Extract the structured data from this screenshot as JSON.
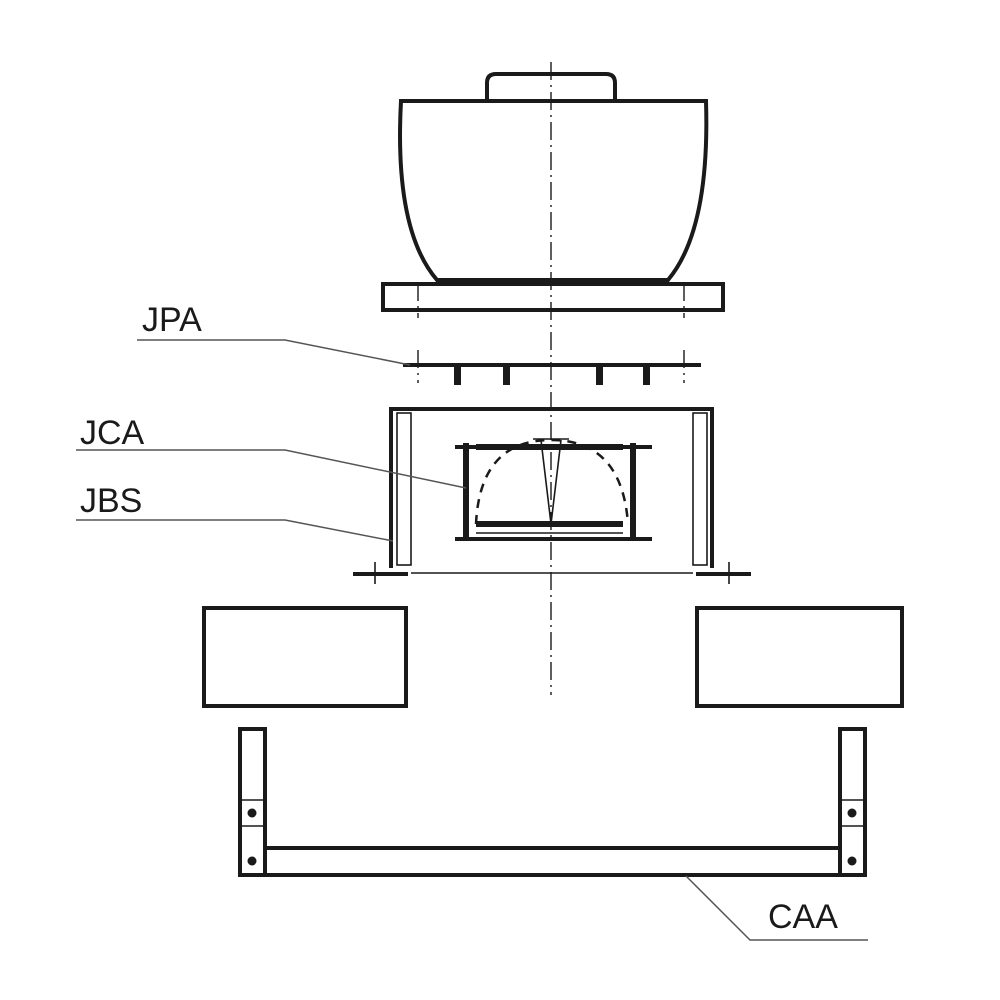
{
  "labels": {
    "jpa": "JPA",
    "jca": "JCA",
    "jbs": "JBS",
    "caa": "CAA"
  },
  "colors": {
    "line": "#1a1a1a",
    "background": "#ffffff"
  }
}
